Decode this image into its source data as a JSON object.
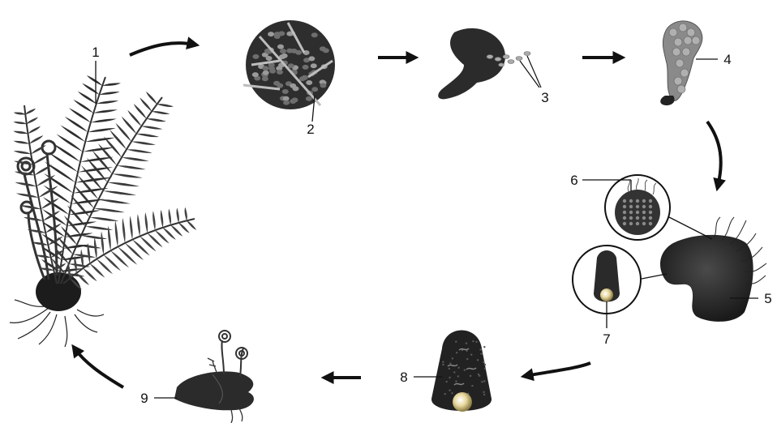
{
  "diagram": {
    "labels": [
      "1",
      "2",
      "3",
      "4",
      "5",
      "6",
      "7",
      "8",
      "9"
    ],
    "stages": [
      {
        "id": "1",
        "icon": "fern-sporophyte-icon"
      },
      {
        "id": "2",
        "icon": "sori-leaf-underside-icon"
      },
      {
        "id": "3",
        "icon": "sporangium-spores-icon"
      },
      {
        "id": "4",
        "icon": "germinating-spore-icon"
      },
      {
        "id": "5",
        "icon": "prothallus-icon"
      },
      {
        "id": "6",
        "icon": "antheridium-detail-icon"
      },
      {
        "id": "7",
        "icon": "archegonium-detail-icon"
      },
      {
        "id": "8",
        "icon": "fertilized-archegonium-icon"
      },
      {
        "id": "9",
        "icon": "young-sporophyte-icon"
      }
    ],
    "arrows": [
      "arrow-1-to-2",
      "arrow-2-to-3",
      "arrow-3-to-4",
      "arrow-4-to-5",
      "arrow-7-to-8",
      "arrow-8-to-9",
      "arrow-9-to-1"
    ],
    "colors": {
      "ink": "#111111",
      "tissue": "#2b2b2b",
      "spot": "#9a9a9a",
      "egg": "#e8d9a0"
    }
  }
}
